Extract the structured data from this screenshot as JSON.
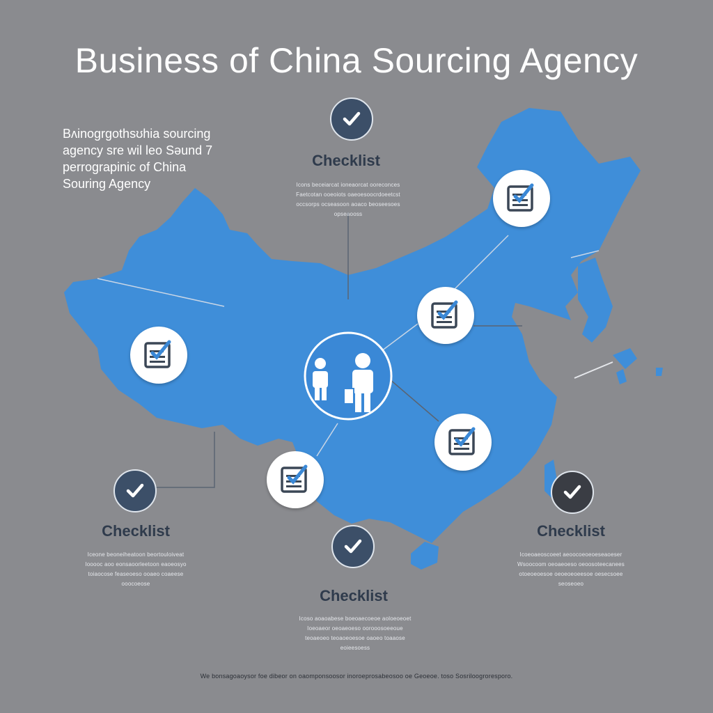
{
  "title": "Business of China Sourcing Agency",
  "intro": {
    "line1": "Bʌinogrgothsʊhia sourcing",
    "line2": "agency sre wil leo Səund 7",
    "line3": "perrograpinic of China",
    "line4": "Souring Agency"
  },
  "checklists": [
    {
      "label": "Checklist",
      "caption1": "Icons beceiarcat ioneaorcat ooreconces",
      "caption2": "Faetcotan ooeoiots oaeoesoocrdoeetcst",
      "caption3": "occsorps ocseasoon aoaco beoseesoes",
      "caption4": "opseaooss"
    },
    {
      "label": "Checklist",
      "caption1": "Iceone beoneiheatoon beortouloiveat",
      "caption2": "Iooooc aoo eonsaoorleetoon eaoeosyo",
      "caption3": "toiaocose feaseoeso ooaeo coaeese",
      "caption4": "ooocoeose"
    },
    {
      "label": "Checklist",
      "caption1": "Icoso aoaoabese boeoaecoeoe aoloeoeoet",
      "caption2": "Ioeoaeor oeoaeoeso oorooosoeeoue",
      "caption3": "teoaeoeo teoaoeoesoe oaoeo toaaose",
      "caption4": "eoieesoess"
    },
    {
      "label": "Checklist",
      "caption1": "Icoeoaeoscoeet aeoocoeoeoeseaoeser",
      "caption2": "Wsoocoom oeoaeoeso oeoosoteecanees",
      "caption3": "otoeoeoesoe oeoeoeoeesoe oesecsoee",
      "caption4": "seoseoeo"
    }
  ],
  "footer": "We bonsagoaoysor foe dibeor on oaomponsoosor inoroeprosabeosoo oe Geoeoe. toso Sosriloogroresporo."
}
